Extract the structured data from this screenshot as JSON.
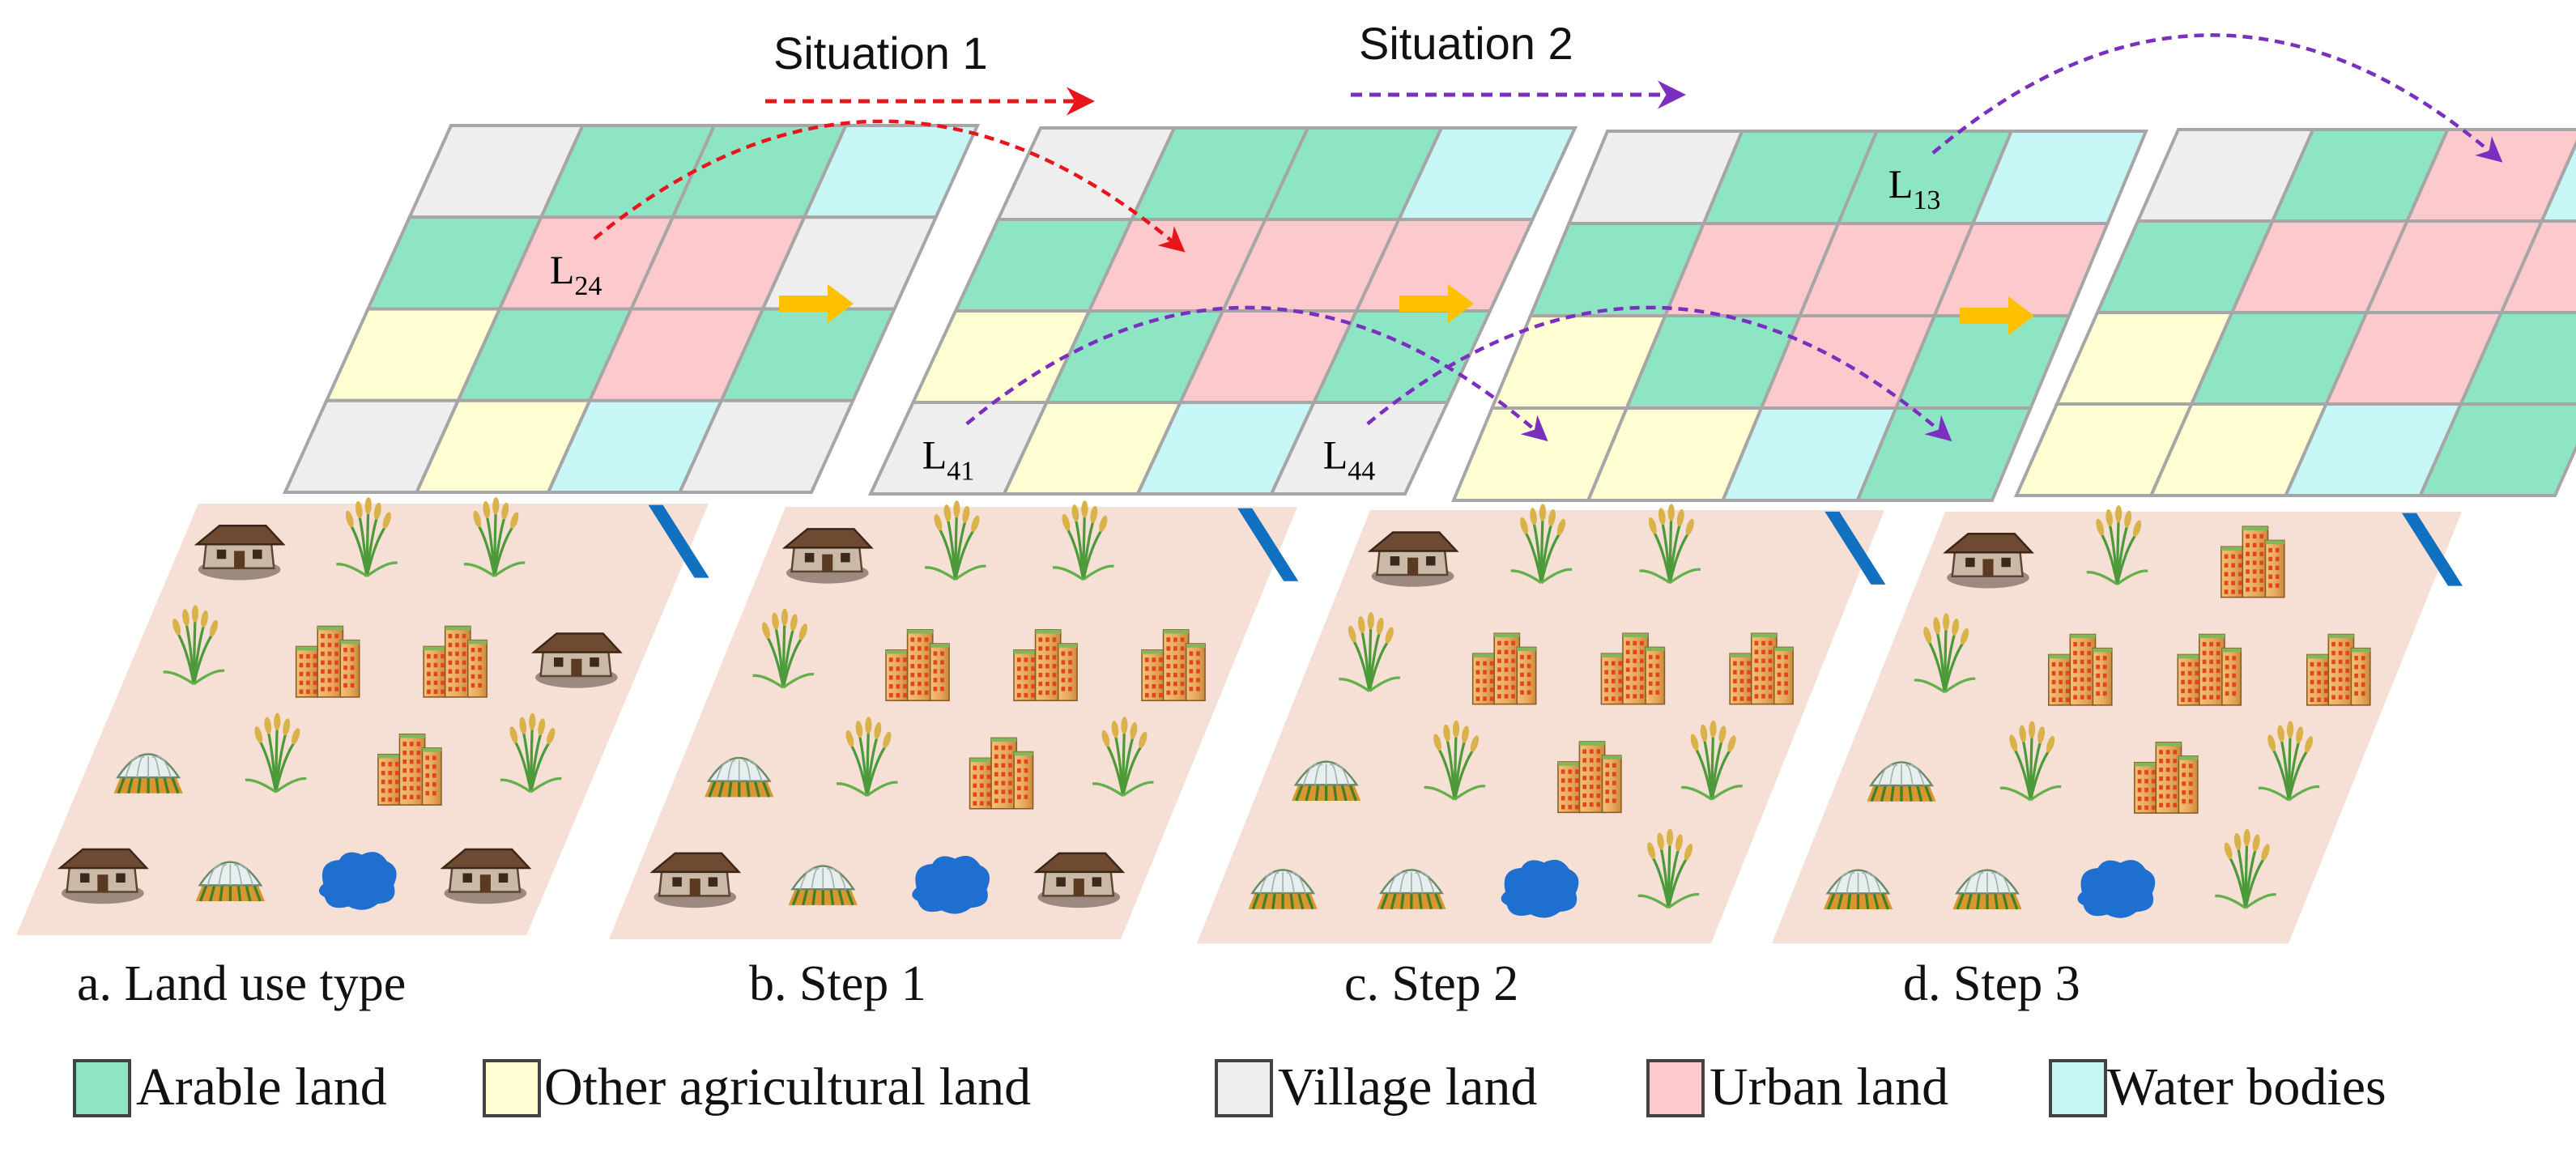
{
  "colors": {
    "arable": "#8ee5c4",
    "other_agri": "#fefed2",
    "village": "#eeeeee",
    "urban": "#fcc9cc",
    "water": "#c6f6f6",
    "ground": "#f6dfd5",
    "arrow_main": "#ffc000",
    "situation1": "#e8151b",
    "situation2": "#7b2fbe",
    "river": "#1170c0",
    "pond": "#1e6fd0"
  },
  "situations": [
    {
      "label": "Situation 1",
      "color_key": "situation1"
    },
    {
      "label": "Situation 2",
      "color_key": "situation2"
    }
  ],
  "panels": [
    {
      "caption": "a. Land use type",
      "grid": [
        [
          "village",
          "arable",
          "arable",
          "water"
        ],
        [
          "arable",
          "urban",
          "urban",
          "village"
        ],
        [
          "other_agri",
          "arable",
          "urban",
          "arable"
        ],
        [
          "village",
          "other_agri",
          "water",
          "village"
        ]
      ],
      "cell_labels": [
        {
          "row": 1,
          "col": 1,
          "main": "L",
          "sub": "24"
        }
      ],
      "icons": [
        [
          "house",
          "crop",
          "crop",
          "river"
        ],
        [
          "crop",
          "building",
          "building",
          "house"
        ],
        [
          "greenhouse",
          "crop",
          "building",
          "crop"
        ],
        [
          "house",
          "greenhouse",
          "pond",
          "house"
        ]
      ]
    },
    {
      "caption": "b. Step 1",
      "grid": [
        [
          "village",
          "arable",
          "arable",
          "water"
        ],
        [
          "arable",
          "urban",
          "urban",
          "urban"
        ],
        [
          "other_agri",
          "arable",
          "urban",
          "arable"
        ],
        [
          "village",
          "other_agri",
          "water",
          "village"
        ]
      ],
      "cell_labels": [
        {
          "row": 3,
          "col": 0,
          "main": "L",
          "sub": "41"
        },
        {
          "row": 3,
          "col": 3,
          "main": "L",
          "sub": "44"
        }
      ],
      "icons": [
        [
          "house",
          "crop",
          "crop",
          "river"
        ],
        [
          "crop",
          "building",
          "building",
          "building"
        ],
        [
          "greenhouse",
          "crop",
          "building",
          "crop"
        ],
        [
          "house",
          "greenhouse",
          "pond",
          "house"
        ]
      ]
    },
    {
      "caption": "c. Step 2",
      "grid": [
        [
          "village",
          "arable",
          "arable",
          "water"
        ],
        [
          "arable",
          "urban",
          "urban",
          "urban"
        ],
        [
          "other_agri",
          "arable",
          "urban",
          "arable"
        ],
        [
          "other_agri",
          "other_agri",
          "water",
          "arable"
        ]
      ],
      "cell_labels": [
        {
          "row": 0,
          "col": 2,
          "main": "L",
          "sub": "13"
        }
      ],
      "icons": [
        [
          "house",
          "crop",
          "crop",
          "river"
        ],
        [
          "crop",
          "building",
          "building",
          "building"
        ],
        [
          "greenhouse",
          "crop",
          "building",
          "crop"
        ],
        [
          "greenhouse",
          "greenhouse",
          "pond",
          "crop"
        ]
      ]
    },
    {
      "caption": "d. Step 3",
      "grid": [
        [
          "village",
          "arable",
          "urban",
          "water"
        ],
        [
          "arable",
          "urban",
          "urban",
          "urban"
        ],
        [
          "other_agri",
          "arable",
          "urban",
          "arable"
        ],
        [
          "other_agri",
          "other_agri",
          "water",
          "arable"
        ]
      ],
      "cell_labels": [],
      "icons": [
        [
          "house",
          "crop",
          "building",
          "river"
        ],
        [
          "crop",
          "building",
          "building",
          "building"
        ],
        [
          "greenhouse",
          "crop",
          "building",
          "crop"
        ],
        [
          "greenhouse",
          "greenhouse",
          "pond",
          "crop"
        ]
      ]
    }
  ],
  "legend": [
    {
      "key": "arable",
      "label": "Arable land"
    },
    {
      "key": "other_agri",
      "label": "Other agricultural land"
    },
    {
      "key": "village",
      "label": "Village land"
    },
    {
      "key": "urban",
      "label": "Urban land"
    },
    {
      "key": "water",
      "label": "Water bodies"
    }
  ],
  "transitions": [
    {
      "situation": 0,
      "from": [
        0,
        1,
        1
      ],
      "to": [
        1,
        1,
        1
      ]
    },
    {
      "situation": 1,
      "from": [
        1,
        3,
        0
      ],
      "to": [
        2,
        3,
        0
      ]
    },
    {
      "situation": 1,
      "from": [
        1,
        3,
        3
      ],
      "to": [
        2,
        3,
        3
      ]
    },
    {
      "situation": 1,
      "from": [
        2,
        0,
        2
      ],
      "to": [
        3,
        0,
        2
      ]
    }
  ]
}
